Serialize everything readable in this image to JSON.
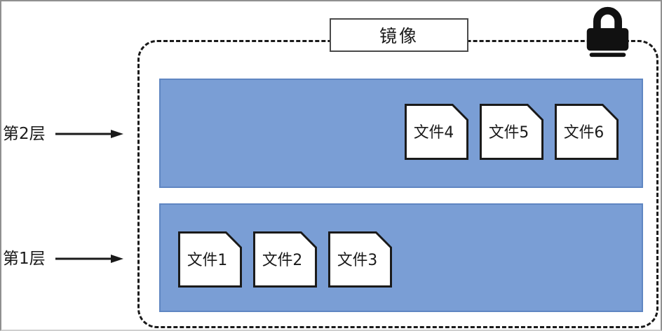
{
  "diagram": {
    "image_label": "镜像",
    "layers": [
      {
        "caption": "第2层",
        "files": [
          "文件4",
          "文件5",
          "文件6"
        ]
      },
      {
        "caption": "第1层",
        "files": [
          "文件1",
          "文件2",
          "文件3"
        ]
      }
    ]
  },
  "icons": {
    "lock": "lock-icon",
    "arrow_right": "arrow-right-icon",
    "file": "file-icon"
  },
  "colors": {
    "layer_fill": "#7A9ED5",
    "layer_border": "#5F86C2",
    "line_black": "#1A1A1A",
    "frame_gray": "#909090"
  }
}
